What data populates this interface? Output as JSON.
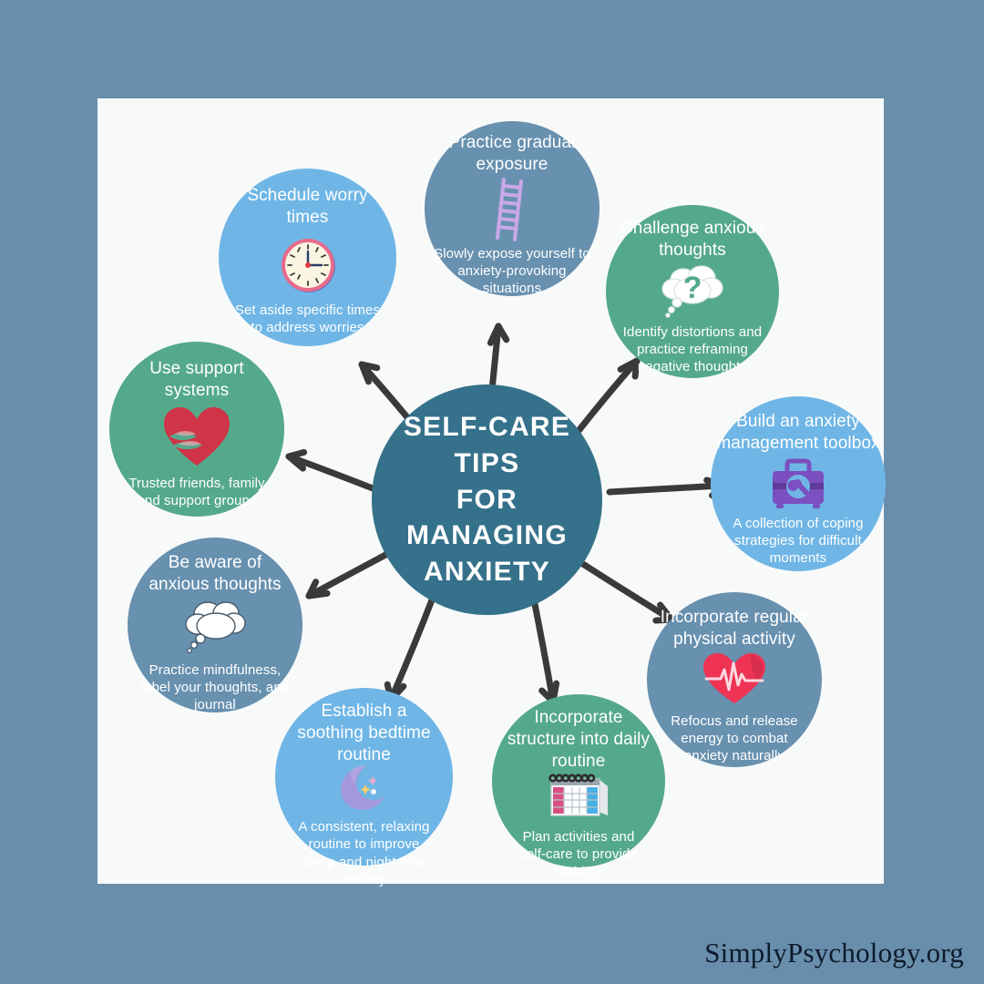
{
  "brand": "SimplyPsychology.org",
  "palette": {
    "background": "#688EAC",
    "card": "#F8FAFA",
    "center": "#35718A",
    "steel_blue": "#6890AF",
    "light_blue": "#6FB6E6",
    "green": "#55A98B",
    "arrow": "#3A3A3A",
    "text": "#FFFFFF"
  },
  "center": {
    "text": "Self-Care Tips\nfor Managing\nAnxiety"
  },
  "nodes": [
    {
      "id": "schedule-worry-times",
      "title": "Schedule worry\ntimes",
      "desc": "Set aside specific times\nto address worries",
      "icon": "clock-icon",
      "color": "#6FB6E6"
    },
    {
      "id": "practice-gradual-exposure",
      "title": "Practice gradual\nexposure",
      "desc": "Slowly expose yourself to\nanxiety-provoking\nsituations",
      "icon": "ladder-icon",
      "color": "#6890AF"
    },
    {
      "id": "challenge-anxious-thoughts",
      "title": "Challenge anxious\nthoughts",
      "desc": "Identify distortions and\npractice reframing\nnegative thoughts",
      "icon": "thought-bubble-question-icon",
      "color": "#55A98B"
    },
    {
      "id": "build-anxiety-management-toolbox",
      "title": "Build an anxiety\nmanagement toolbox",
      "desc": "A collection of coping\nstrategies for difficult\nmoments",
      "icon": "toolbox-icon",
      "color": "#6FB6E6"
    },
    {
      "id": "incorporate-regular-physical-activity",
      "title": "Incorporate regular\nphysical activity",
      "desc": "Refocus and release\nenergy  to combat\nanxiety naturally",
      "icon": "heart-pulse-icon",
      "color": "#6890AF"
    },
    {
      "id": "incorporate-structure-into-daily-routine",
      "title": "Incorporate\nstructure into daily\nroutine",
      "desc": "Plan activities and\nself-care to provide\nstability",
      "icon": "calendar-icon",
      "color": "#55A98B"
    },
    {
      "id": "establish-soothing-bedtime-routine",
      "title": "Establish a\nsoothing bedtime\nroutine",
      "desc": "A consistent, relaxing\nroutine to improve\nsleep and night time\nanxiety",
      "icon": "crescent-moon-icon",
      "color": "#6FB6E6"
    },
    {
      "id": "be-aware-of-anxious-thoughts",
      "title": "Be aware of\nanxious thoughts",
      "desc": "Practice mindfulness,\nlabel your thoughts, and\njournal",
      "icon": "thought-cloud-icon",
      "color": "#6890AF"
    },
    {
      "id": "use-support-systems",
      "title": "Use support\nsystems",
      "desc": "Trusted friends, family\nand support groups",
      "icon": "heart-hands-icon",
      "color": "#55A98B"
    }
  ]
}
